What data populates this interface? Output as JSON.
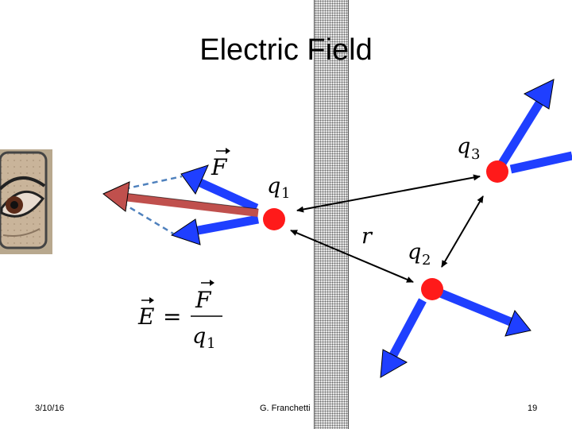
{
  "slide": {
    "title": "Electric Field",
    "footer": {
      "date": "3/10/16",
      "author": "G. Franchetti",
      "page_number": "19"
    }
  },
  "labels": {
    "force": "F",
    "charge1": "q",
    "charge1_sub": "1",
    "charge2": "q",
    "charge2_sub": "2",
    "charge3": "q",
    "charge3_sub": "3",
    "distance": "r"
  },
  "formula": {
    "lhs": "E",
    "eq": "=",
    "numerator": "F",
    "denominator": "q",
    "denominator_sub": "1"
  },
  "colors": {
    "charge": "#ff1a1a",
    "field_arrow": "#1f3fff",
    "resultant_arrow": "#c0504d",
    "component_line": "#4f81bd"
  },
  "image": {
    "name": "eye-photo"
  }
}
